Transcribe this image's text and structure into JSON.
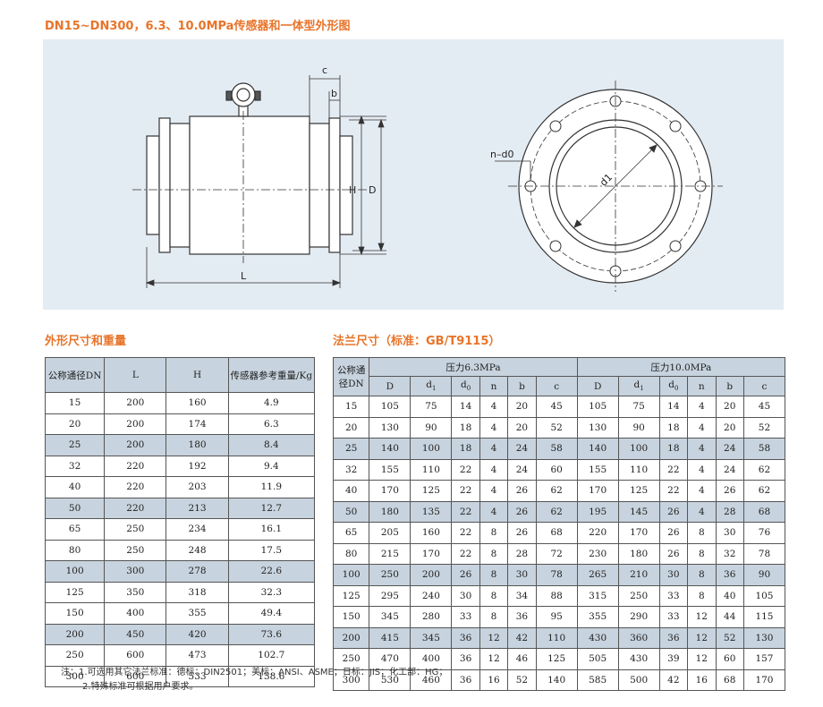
{
  "title": "DN15~DN300，6.3、10.0MPa传感器和一体型外形图",
  "drawing_labels": {
    "c": "c",
    "b": "b",
    "H": "H",
    "D": "D",
    "L": "L",
    "n_d0": "n–d0",
    "d1": "d1"
  },
  "table1": {
    "title": "外形尺寸和重量",
    "headers": [
      "公称通径DN",
      "L",
      "H",
      "传感器参考重量/Kg"
    ],
    "rows": [
      [
        "15",
        "200",
        "160",
        "4.9"
      ],
      [
        "20",
        "200",
        "174",
        "6.3"
      ],
      [
        "25",
        "200",
        "180",
        "8.4"
      ],
      [
        "32",
        "220",
        "192",
        "9.4"
      ],
      [
        "40",
        "220",
        "203",
        "11.9"
      ],
      [
        "50",
        "220",
        "213",
        "12.7"
      ],
      [
        "65",
        "250",
        "234",
        "16.1"
      ],
      [
        "80",
        "250",
        "248",
        "17.5"
      ],
      [
        "100",
        "300",
        "278",
        "22.6"
      ],
      [
        "125",
        "350",
        "318",
        "32.3"
      ],
      [
        "150",
        "400",
        "355",
        "49.4"
      ],
      [
        "200",
        "450",
        "420",
        "73.6"
      ],
      [
        "250",
        "600",
        "473",
        "102.7"
      ],
      [
        "300",
        "600",
        "533",
        "138.6"
      ]
    ]
  },
  "table2": {
    "title": "法兰尺寸（标准：GB/T9115）",
    "dn_header": "公称通径DN",
    "group1": "压力6.3MPa",
    "group2": "压力10.0MPa",
    "sub": {
      "D": "D",
      "d": "d",
      "d1sub": "1",
      "d0sub": "0",
      "n": "n",
      "b": "b",
      "c": "c"
    },
    "rows": [
      [
        "15",
        "105",
        "75",
        "14",
        "4",
        "20",
        "45",
        "105",
        "75",
        "14",
        "4",
        "20",
        "45"
      ],
      [
        "20",
        "130",
        "90",
        "18",
        "4",
        "20",
        "52",
        "130",
        "90",
        "18",
        "4",
        "20",
        "52"
      ],
      [
        "25",
        "140",
        "100",
        "18",
        "4",
        "24",
        "58",
        "140",
        "100",
        "18",
        "4",
        "24",
        "58"
      ],
      [
        "32",
        "155",
        "110",
        "22",
        "4",
        "24",
        "60",
        "155",
        "110",
        "22",
        "4",
        "24",
        "62"
      ],
      [
        "40",
        "170",
        "125",
        "22",
        "4",
        "26",
        "62",
        "170",
        "125",
        "22",
        "4",
        "26",
        "62"
      ],
      [
        "50",
        "180",
        "135",
        "22",
        "4",
        "26",
        "62",
        "195",
        "145",
        "26",
        "4",
        "28",
        "68"
      ],
      [
        "65",
        "205",
        "160",
        "22",
        "8",
        "26",
        "68",
        "220",
        "170",
        "26",
        "8",
        "30",
        "76"
      ],
      [
        "80",
        "215",
        "170",
        "22",
        "8",
        "28",
        "72",
        "230",
        "180",
        "26",
        "8",
        "32",
        "78"
      ],
      [
        "100",
        "250",
        "200",
        "26",
        "8",
        "30",
        "78",
        "265",
        "210",
        "30",
        "8",
        "36",
        "90"
      ],
      [
        "125",
        "295",
        "240",
        "30",
        "8",
        "34",
        "88",
        "315",
        "250",
        "33",
        "8",
        "40",
        "105"
      ],
      [
        "150",
        "345",
        "280",
        "33",
        "8",
        "36",
        "95",
        "355",
        "290",
        "33",
        "12",
        "44",
        "115"
      ],
      [
        "200",
        "415",
        "345",
        "36",
        "12",
        "42",
        "110",
        "430",
        "360",
        "36",
        "12",
        "52",
        "130"
      ],
      [
        "250",
        "470",
        "400",
        "36",
        "12",
        "46",
        "125",
        "505",
        "430",
        "39",
        "12",
        "60",
        "157"
      ],
      [
        "300",
        "530",
        "460",
        "36",
        "16",
        "52",
        "140",
        "585",
        "500",
        "42",
        "16",
        "68",
        "170"
      ]
    ]
  },
  "notes": [
    "注：1.可选用其它法兰标准：德标：DIN2501；美标：ANSI、ASME；日标：JIS；化工部：HG；",
    "2.特殊标准可根据用户要求。"
  ],
  "colors": {
    "accent": "#e8742a",
    "panel": "#e4ecf3",
    "shade": "#c7d3de"
  }
}
